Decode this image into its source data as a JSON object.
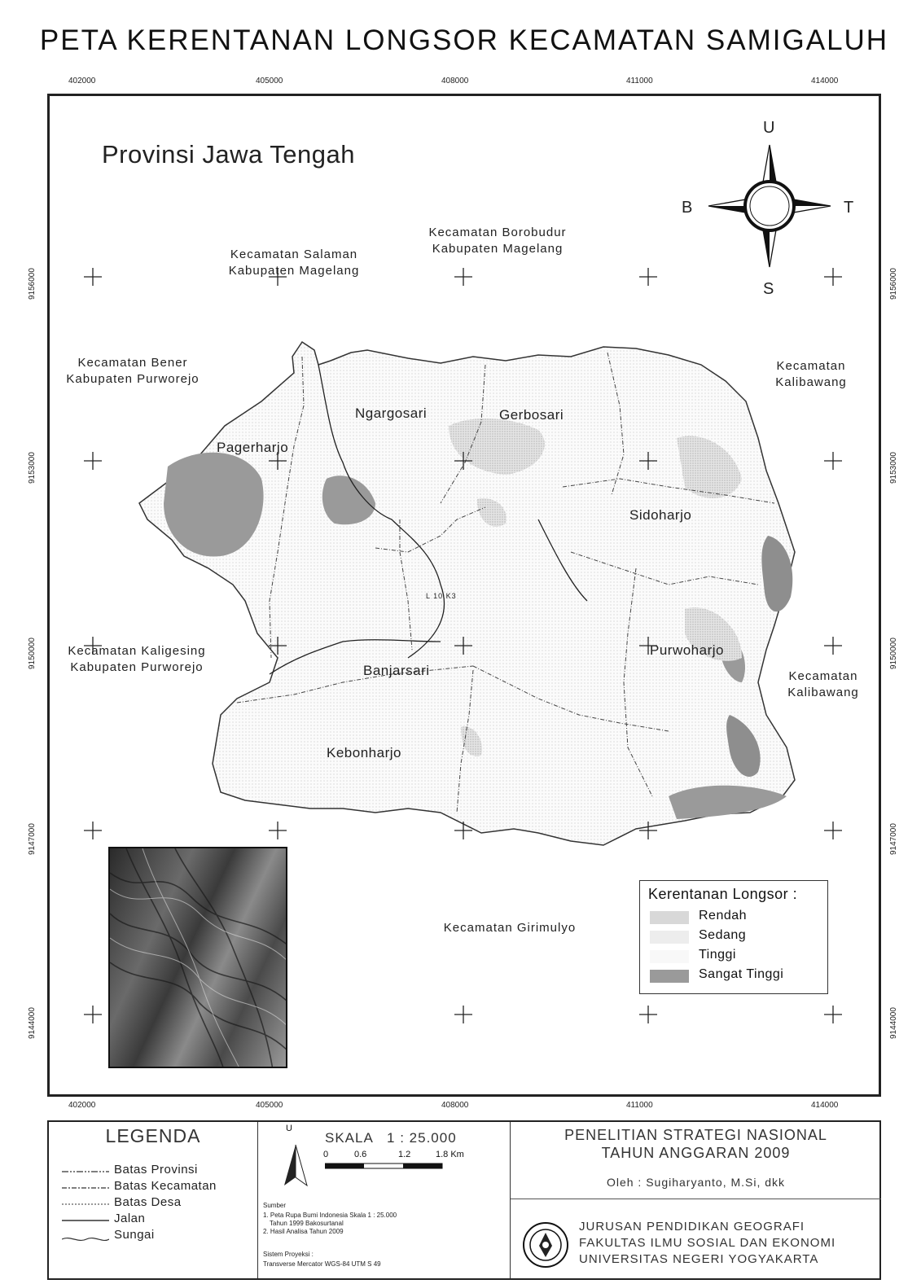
{
  "title": "PETA KERENTANAN LONGSOR KECAMATAN SAMIGALUH",
  "grid": {
    "x_labels": [
      "402000",
      "405000",
      "408000",
      "411000",
      "414000"
    ],
    "y_labels": [
      "9156000",
      "9153000",
      "9150000",
      "9147000",
      "9144000"
    ]
  },
  "map": {
    "province_label": "Provinsi Jawa Tengah",
    "neighbors": {
      "salaman": [
        "Kecamatan Salaman",
        "Kabupaten Magelang"
      ],
      "borobudur": [
        "Kecamatan Borobudur",
        "Kabupaten Magelang"
      ],
      "bener": [
        "Kecamatan Bener",
        "Kabupaten Purworejo"
      ],
      "kalibawang_top": [
        "Kecamatan",
        "Kalibawang"
      ],
      "kaligesing": [
        "Kecamatan Kaligesing",
        "Kabupaten Purworejo"
      ],
      "kalibawang_bottom": [
        "Kecamatan",
        "Kalibawang"
      ],
      "girimulyo": "Kecamatan Girimulyo"
    },
    "villages": {
      "ngargosari": "Ngargosari",
      "gerbosari": "Gerbosari",
      "pagerharjo": "Pagerharjo",
      "sidoharjo": "Sidoharjo",
      "purwoharjo": "Purwoharjo",
      "banjarsari": "Banjarsari",
      "kebonharjo": "Kebonharjo",
      "small_label": "L 10 K3"
    },
    "compass": {
      "north": "U",
      "south": "S",
      "west": "B",
      "east": "T"
    }
  },
  "susceptibility_legend": {
    "title": "Kerentanan Longsor :",
    "items": [
      {
        "label": "Rendah",
        "color": "#d8d8d8"
      },
      {
        "label": "Sedang",
        "color": "#ededed"
      },
      {
        "label": "Tinggi",
        "color": "#f8f8f8"
      },
      {
        "label": "Sangat Tinggi",
        "color": "#9a9a9a"
      }
    ]
  },
  "bottom": {
    "legend": {
      "title": "LEGENDA",
      "items": [
        "Batas Provinsi",
        "Batas Kecamatan",
        "Batas Desa",
        "Jalan",
        "Sungai"
      ]
    },
    "scale": {
      "north": "U",
      "label": "SKALA   1 : 25.000",
      "ticks": [
        "0",
        "0.6",
        "1.2",
        "1.8 Km"
      ],
      "source_title": "Sumber",
      "source_lines": [
        "1. Peta Rupa Bumi Indonesia Skala 1 : 25.000",
        "Tahun 1999 Bakosurtanal",
        "2. Hasil Analisa Tahun 2009"
      ],
      "projection_title": "Sistem Proyeksi :",
      "projection_value": "Transverse Mercator WGS-84 UTM S 49"
    },
    "credits": {
      "line1": "PENELITIAN STRATEGI NASIONAL",
      "line2": "TAHUN ANGGARAN 2009",
      "author": "Oleh  :  Sugiharyanto, M.Si, dkk",
      "inst1": "JURUSAN PENDIDIKAN GEOGRAFI",
      "inst2": "FAKULTAS ILMU SOSIAL DAN EKONOMI",
      "inst3": "UNIVERSITAS NEGERI YOGYAKARTA"
    }
  }
}
